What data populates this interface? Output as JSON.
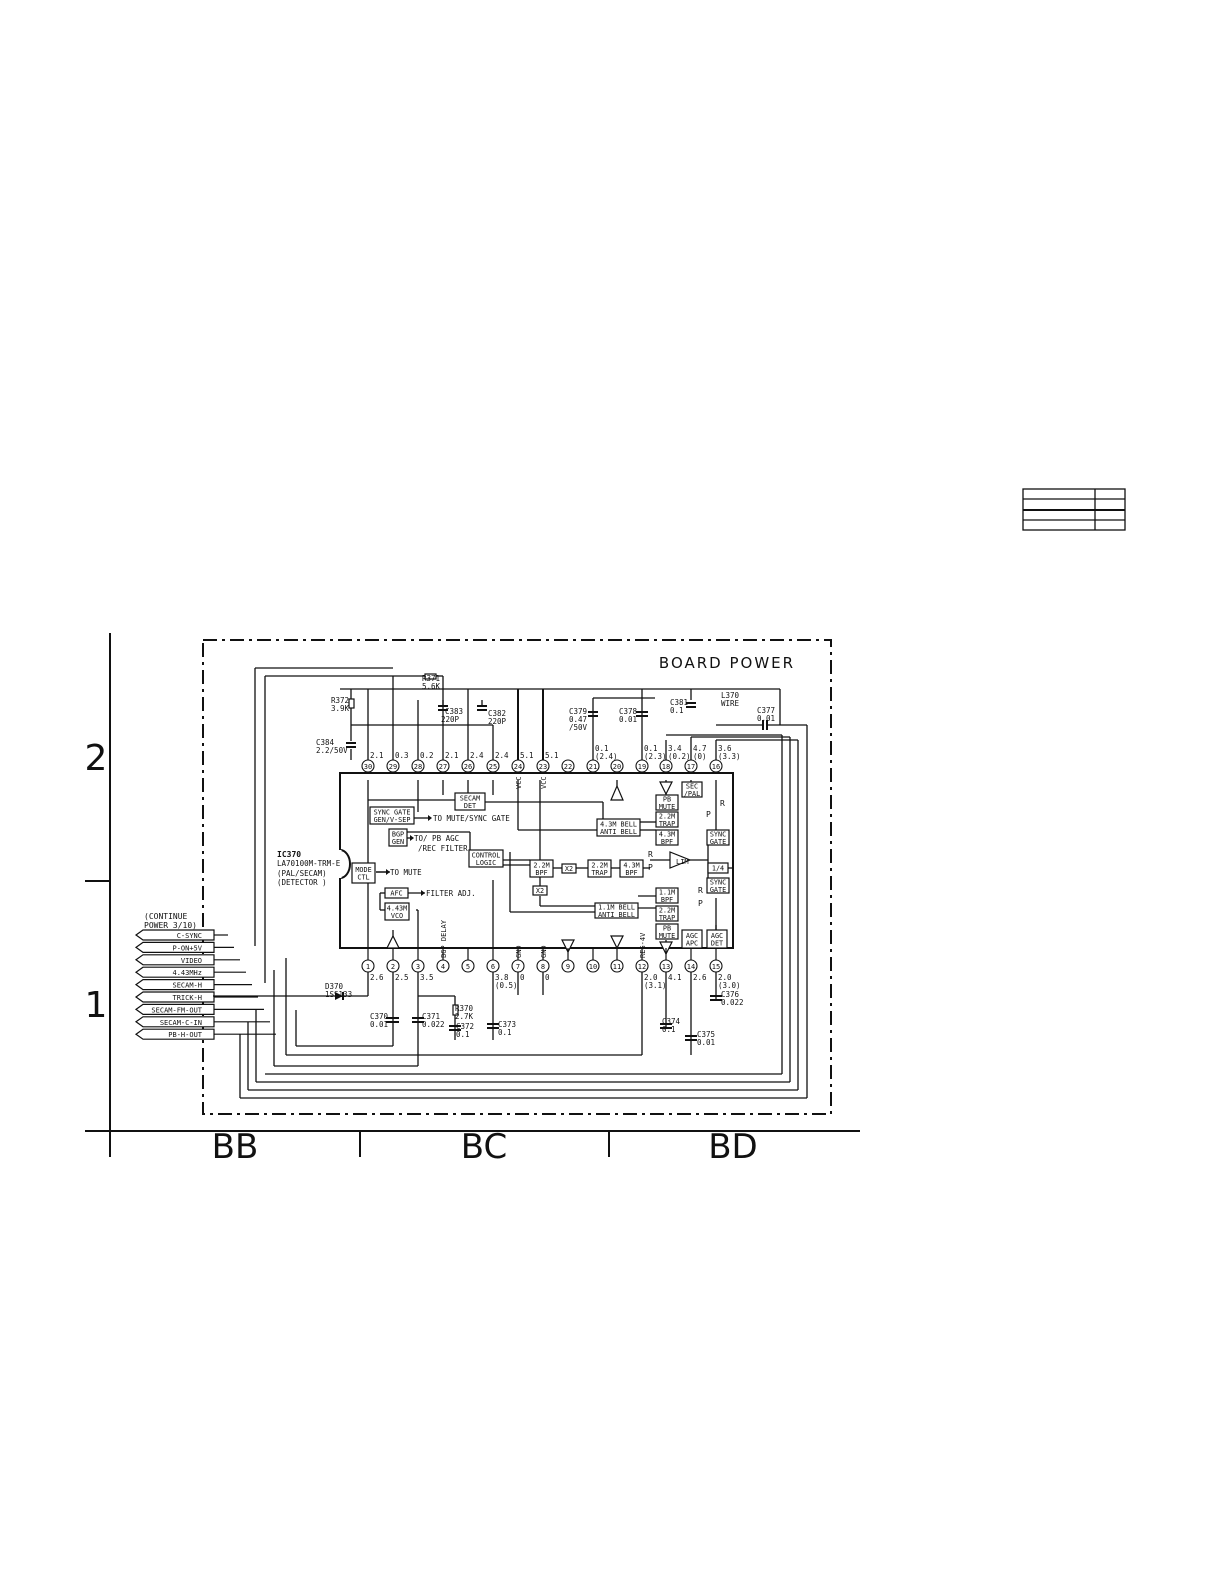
{
  "board": {
    "title": "BOARD POWER",
    "continue_note": [
      "(CONTINUE",
      "POWER 3/10)"
    ]
  },
  "zones": {
    "rows": [
      "2",
      "1"
    ],
    "columns": [
      "BB",
      "BC",
      "BD"
    ]
  },
  "ic": {
    "ref": "IC370",
    "part": "LA70100M-TRM-E",
    "desc1": "(PAL/SECAM)",
    "desc2": "(DETECTOR )"
  },
  "connectors": [
    "C-SYNC",
    "P-ON+5V",
    "VIDEO",
    "4.43MHz",
    "SECAM-H",
    "TRICK-H",
    "SECAM-FM-OUT",
    "SECAM-C-IN",
    "PB-H-OUT"
  ],
  "top_pins": [
    {
      "num": "30",
      "v": "2.1"
    },
    {
      "num": "29",
      "v": "0.3"
    },
    {
      "num": "28",
      "v": "0.2"
    },
    {
      "num": "27",
      "v": "2.1"
    },
    {
      "num": "26",
      "v": "2.4"
    },
    {
      "num": "25",
      "v": "2.4"
    },
    {
      "num": "24",
      "v": "5.1"
    },
    {
      "num": "23",
      "v": "5.1"
    },
    {
      "num": "22",
      "v": ""
    },
    {
      "num": "21",
      "v": "0.1",
      "v2": "(2.4)"
    },
    {
      "num": "20",
      "v": ""
    },
    {
      "num": "19",
      "v": "0.1",
      "v2": "(2.3)"
    },
    {
      "num": "18",
      "v": "3.4",
      "v2": "(0.2)"
    },
    {
      "num": "17",
      "v": "4.7",
      "v2": "(0)"
    },
    {
      "num": "16",
      "v": "3.6",
      "v2": "(3.3)"
    }
  ],
  "bottom_pins": [
    {
      "num": "1",
      "v": "2.6"
    },
    {
      "num": "2",
      "v": "2.5"
    },
    {
      "num": "3",
      "v": "3.5"
    },
    {
      "num": "4",
      "v": ""
    },
    {
      "num": "5",
      "v": ""
    },
    {
      "num": "6",
      "v": "3.8",
      "v2": "(0.5)"
    },
    {
      "num": "7",
      "v": "0"
    },
    {
      "num": "8",
      "v": "0"
    },
    {
      "num": "9",
      "v": ""
    },
    {
      "num": "10",
      "v": ""
    },
    {
      "num": "11",
      "v": ""
    },
    {
      "num": "12",
      "v": "2.0",
      "v2": "(3.1)"
    },
    {
      "num": "13",
      "v": "4.1"
    },
    {
      "num": "14",
      "v": "2.6"
    },
    {
      "num": "15",
      "v": "2.0",
      "v2": "(3.0)"
    }
  ],
  "pin_labels": {
    "vcc1": "VCC",
    "vcc2": "VCC",
    "bgp_delay": "BGP DELAY",
    "gnd1": "GND",
    "gnd2": "GND",
    "reg": "REG-4V"
  },
  "blocks": {
    "secam_det": [
      "SECAM",
      "DET"
    ],
    "sync_gate_sep": [
      "SYNC GATE",
      "GEN/V-SEP"
    ],
    "bgp_gen": [
      "BGP",
      "GEN"
    ],
    "control_logic": [
      "CONTROL",
      "LOGIC"
    ],
    "mode_ctl": [
      "MODE",
      "CTL"
    ],
    "afc": [
      "AFC"
    ],
    "vco": [
      "4.43M",
      "VCO"
    ],
    "bpf_22": [
      "2.2M",
      "BPF"
    ],
    "x2_a": [
      "X2"
    ],
    "x2_b": [
      "X2"
    ],
    "trap_22_mid": [
      "2.2M",
      "TRAP"
    ],
    "bpf_43_mid": [
      "4.3M",
      "BPF"
    ],
    "anti_bell_43": [
      "4.3M BELL",
      "ANTI BELL"
    ],
    "trap_22_top": [
      "2.2M",
      "TRAP"
    ],
    "bpf_43_top": [
      "4.3M",
      "BPF"
    ],
    "pb_mute_top": [
      "PB",
      "MUTE"
    ],
    "sec_pal": [
      "SEC",
      "/PAL"
    ],
    "sync_gate_top": [
      "SYNC",
      "GATE"
    ],
    "lim": [
      "LIM"
    ],
    "quarter": [
      "1/4"
    ],
    "sync_gate_bot": [
      "SYNC",
      "GATE"
    ],
    "bpf_11": [
      "1.1M",
      "BPF"
    ],
    "anti_bell_11": [
      "1.1M BELL",
      "ANTI BELL"
    ],
    "trap_22_bot": [
      "2.2M",
      "TRAP"
    ],
    "pb_mute_bot": [
      "PB",
      "MUTE"
    ],
    "agc_apc": [
      "AGC",
      "APC"
    ],
    "agc_det": [
      "AGC",
      "DET"
    ]
  },
  "signals": {
    "to_mute_sync": "TO MUTE/SYNC GATE",
    "to_pb_agc": "TO/ PB AGC",
    "rec_filter": "/REC FILTER",
    "to_mute": "TO MUTE",
    "filter_adj": "FILTER ADJ.",
    "r1": "R",
    "p1": "P",
    "r2": "R",
    "p2": "P",
    "r3": "R",
    "p3": "P",
    "r4": "R",
    "p4": "P"
  },
  "components": [
    {
      "ref": "R371",
      "val": "5.6K"
    },
    {
      "ref": "R372",
      "val": "3.9K"
    },
    {
      "ref": "C384",
      "val": "2.2/50V"
    },
    {
      "ref": "C383",
      "val": "220P"
    },
    {
      "ref": "C382",
      "val": "220P"
    },
    {
      "ref": "C379",
      "val": "0.47",
      "val2": "/50V"
    },
    {
      "ref": "C378",
      "val": "0.01"
    },
    {
      "ref": "C381",
      "val": "0.1"
    },
    {
      "ref": "L370",
      "val": "WIRE"
    },
    {
      "ref": "C377",
      "val": "0.01"
    },
    {
      "ref": "D370",
      "val": "1SS133"
    },
    {
      "ref": "C370",
      "val": "0.01"
    },
    {
      "ref": "C371",
      "val": "0.022"
    },
    {
      "ref": "R370",
      "val": "2.7K"
    },
    {
      "ref": "C372",
      "val": "0.1"
    },
    {
      "ref": "C373",
      "val": "0.1"
    },
    {
      "ref": "C374",
      "val": "0.1"
    },
    {
      "ref": "C375",
      "val": "0.01"
    },
    {
      "ref": "C376",
      "val": "0.022"
    }
  ]
}
